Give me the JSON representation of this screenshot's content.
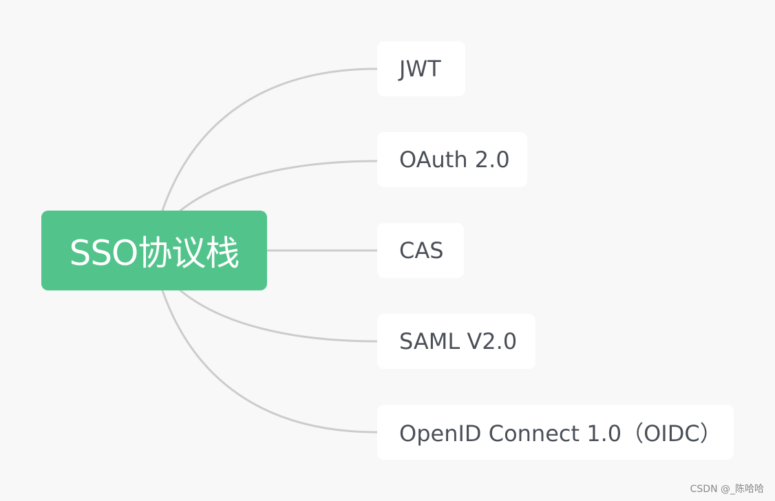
{
  "root": {
    "label": "SSO协议栈",
    "color": "#52c48b"
  },
  "children": [
    {
      "label": "JWT"
    },
    {
      "label": "OAuth 2.0"
    },
    {
      "label": "CAS"
    },
    {
      "label": "SAML V2.0"
    },
    {
      "label": "OpenID Connect 1.0（OIDC）"
    }
  ],
  "connector_color": "#cccccc",
  "watermark": "CSDN @_陈哈哈"
}
